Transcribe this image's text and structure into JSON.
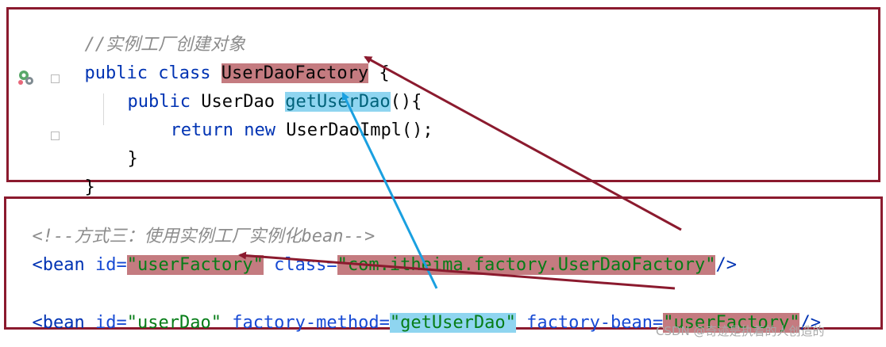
{
  "java": {
    "comment": "//实例工厂创建对象",
    "line1": {
      "kw1": "public",
      "kw2": "class",
      "class_name": "UserDaoFactory",
      "brace": " {"
    },
    "line2": {
      "kw": "public",
      "type": "UserDao",
      "method": "getUserDao",
      "rest": "(){"
    },
    "line3": {
      "kw1": "return",
      "kw2": "new",
      "rest": "UserDaoImpl();"
    },
    "line4": "}",
    "line5": "}"
  },
  "xml": {
    "comment": "<!--方式三：使用实例工厂实例化bean-->",
    "bean1": {
      "open": "<bean",
      "id_attr": "id=",
      "id_value": "\"userFactory\"",
      "class_attr": "class=",
      "class_value": "\"com.itheima.factory.UserDaoFactory\"",
      "close": "/>"
    },
    "bean2": {
      "open": "<bean",
      "id_attr": "id=",
      "id_value": "\"userDao\"",
      "fm_attr": "factory-method=",
      "fm_value": "\"getUserDao\"",
      "fb_attr": "factory-bean=",
      "fb_value": "\"userFactory\"",
      "close": "/>"
    }
  },
  "watermark": "CSDN @奇迹是执着的人创造的",
  "colors": {
    "frame": "#8b1a2e",
    "highlight_red": "#c47b80",
    "highlight_blue": "#8fd5f0",
    "arrow_red": "#8b1a2e",
    "arrow_blue": "#1aa0e0"
  }
}
